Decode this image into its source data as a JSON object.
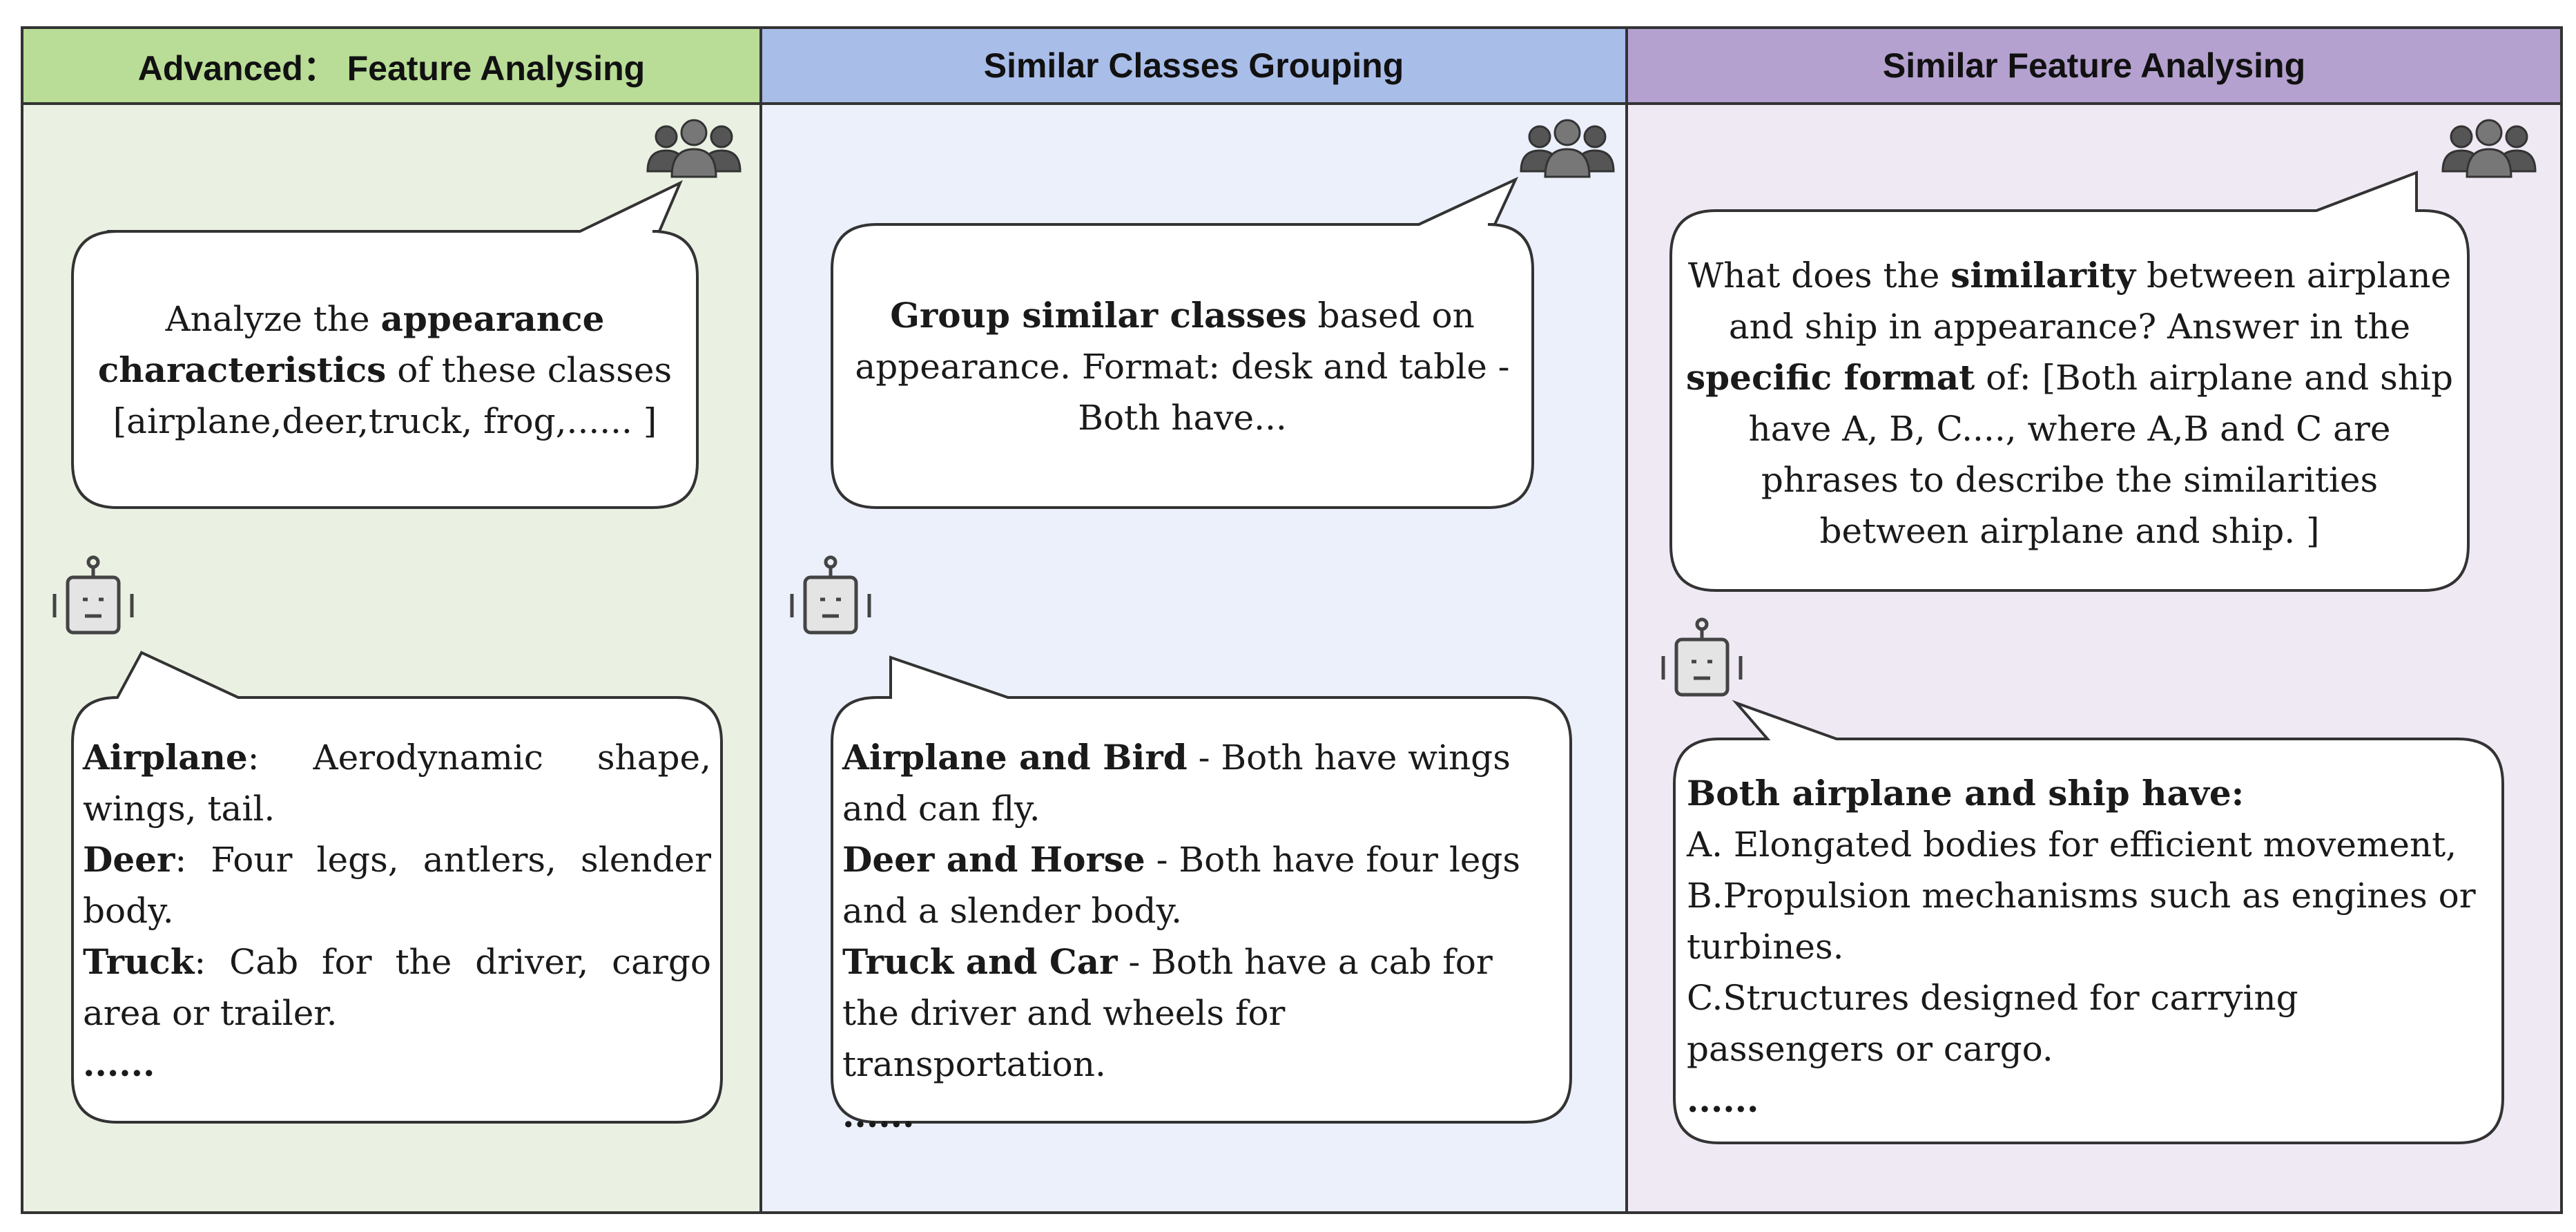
{
  "panels": [
    {
      "title": "Advanced： Feature Analysing",
      "question": {
        "pre": "Analyze the ",
        "bold": "appearance characteristics",
        "post": " of these classes [airplane,deer,truck, frog,...... ]"
      },
      "answer_lines": [
        {
          "bold": "Airplane",
          "text": ": Aerodynamic shape, wings, tail."
        },
        {
          "bold": "Deer",
          "text": ": Four legs, antlers, slender body."
        },
        {
          "bold": "Truck",
          "text": ": Cab for the driver, cargo area or trailer."
        },
        {
          "bold": "......",
          "text": ""
        }
      ]
    },
    {
      "title": "Similar Classes Grouping",
      "question": {
        "pre": "",
        "bold": "Group similar classes",
        "post": " based on appearance. Format: desk and table - Both have..."
      },
      "answer_lines": [
        {
          "bold": "Airplane and Bird",
          "text": " - Both have wings and can fly."
        },
        {
          "bold": "Deer and Horse",
          "text": " - Both have four legs and a slender body."
        },
        {
          "bold": "Truck and Car",
          "text": " - Both have a cab for the driver and wheels for transportation."
        },
        {
          "bold": "......",
          "text": ""
        }
      ]
    },
    {
      "title": "Similar Feature Analysing",
      "question": {
        "pre1": "What does the ",
        "bold1": "similarity",
        "mid": " between airplane and ship in appearance? Answer in the ",
        "bold2": "specific format",
        "post": " of:  [Both airplane and ship have A, B, C...., where A,B and C are phrases to describe the similarities between airplane and ship. ]"
      },
      "answer_heading": "Both airplane and ship have:",
      "answer_lines": [
        "A. Elongated bodies for efficient movement,",
        "B.Propulsion mechanisms such as engines or turbines.",
        "C.Structures designed for carrying passengers or cargo.",
        "......"
      ]
    }
  ],
  "colors": {
    "panel1_header": "#b9dc96",
    "panel1_body": "#eaf1e2",
    "panel2_header": "#a9bde9",
    "panel2_body": "#ebf0fb",
    "panel3_header": "#b4a1cf",
    "panel3_body": "#efe9f4",
    "outline": "#333333",
    "icon": "#555555"
  },
  "icons": {
    "user": "users-group-icon",
    "robot": "robot-icon"
  }
}
